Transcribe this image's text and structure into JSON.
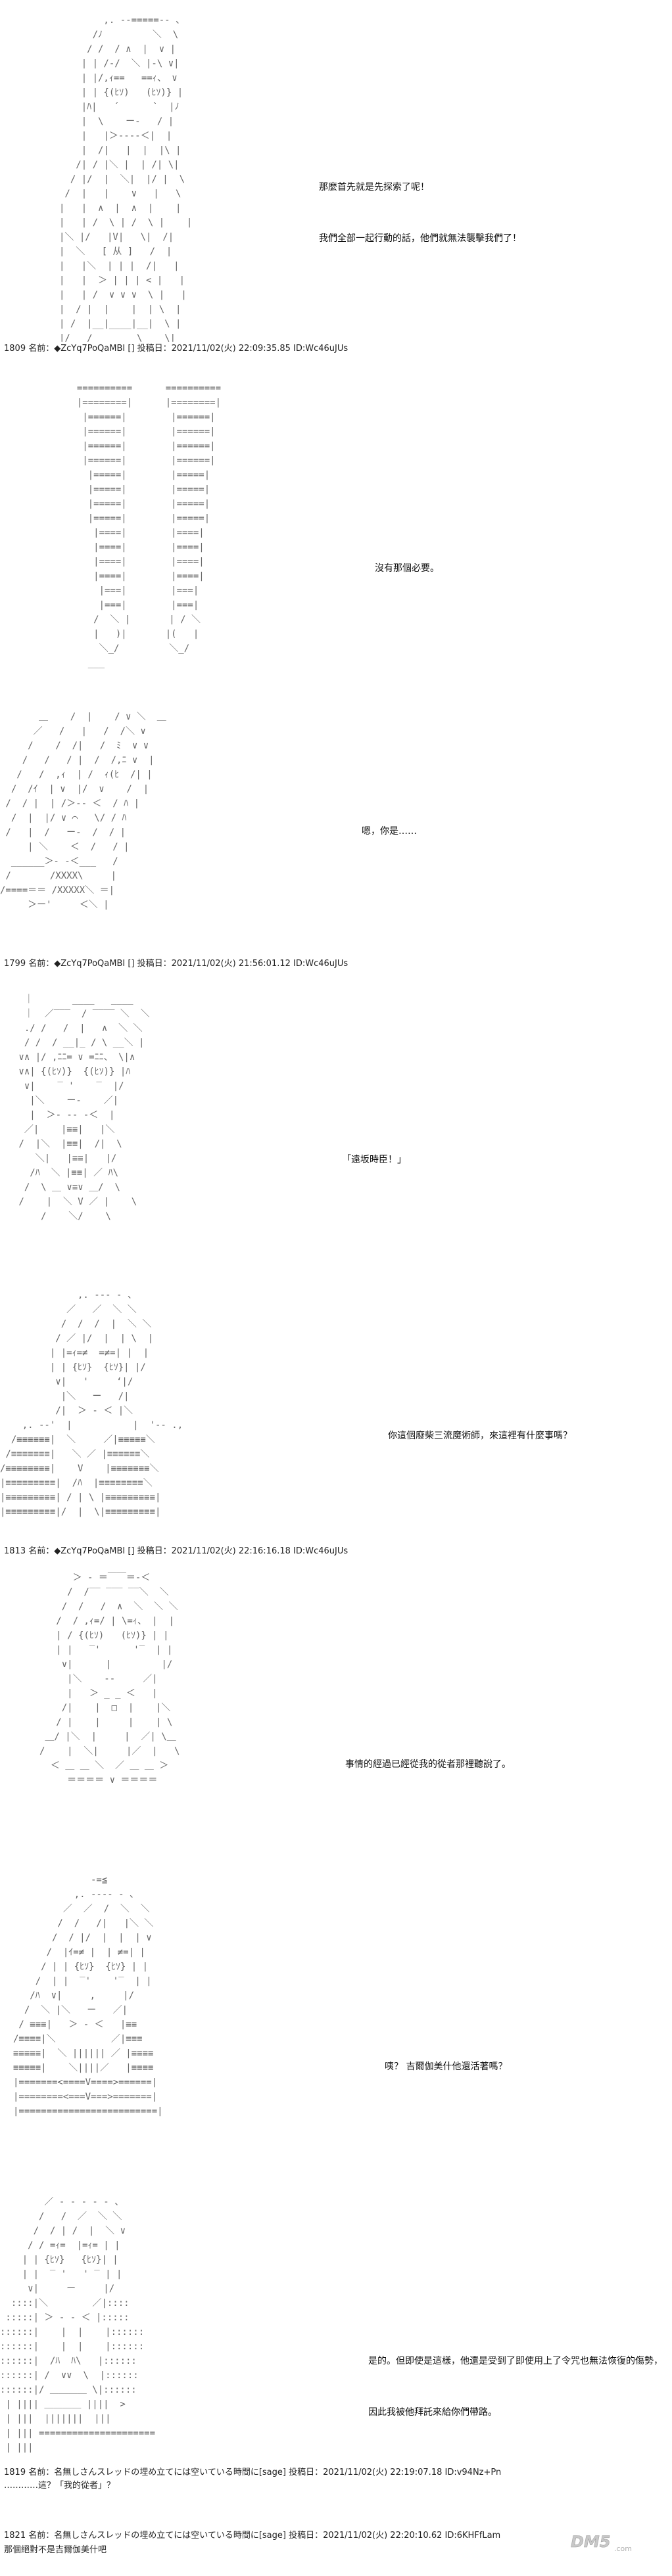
{
  "scenes": [
    {
      "dialogue": [
        "那麼首先就是先探索了呢！",
        "我們全部一起行動的話，他們就無法襲擊我們了！"
      ],
      "header": "1809 名前：◆ZcYq7PoQaMBI [] 投稿日：2021/11/02(火) 22:09:35.85 ID:Wc46uJUs"
    },
    {
      "dialogue": [
        "沒有那個必要。"
      ],
      "header": ""
    },
    {
      "dialogue": [
        "嗯，你是……"
      ],
      "header": "1799 名前：◆ZcYq7PoQaMBI [] 投稿日：2021/11/02(火) 21:56:01.12 ID:Wc46uJUs"
    },
    {
      "dialogue": [
        "「遠坂時臣！」"
      ],
      "header": ""
    },
    {
      "dialogue": [
        "你這個廢柴三流魔術師，來這裡有什麼事嗎？"
      ],
      "header": "1813 名前：◆ZcYq7PoQaMBI [] 投稿日：2021/11/02(火) 22:16:16.18 ID:Wc46uJUs"
    },
    {
      "dialogue": [
        "事情的經過已經從我的從者那裡聽說了。"
      ],
      "header": ""
    },
    {
      "dialogue": [
        "咦？ 吉爾伽美什他還活著嗎？"
      ],
      "header": ""
    },
    {
      "dialogue": [
        "是的。但即使是這樣，他還是受到了即使用上了令咒也無法恢復的傷勢，",
        "因此我被他拜託來給你們帶路。"
      ],
      "header": ""
    }
  ],
  "footer": {
    "post1": "1819 名前：名無しさんスレッドの埋め立てには空いている時間に[sage] 投稿日：2021/11/02(火) 22:19:07.18 ID:v94Nz+Pn",
    "post1_body": "…………這？「我的從者」？",
    "post2": "1821 名前：名無しさんスレッドの埋め立てには空いている時間に[sage] 投稿日：2021/11/02(火) 22:20:10.62 ID:6KHFfLam",
    "post2_body": "那個絕對不是吉爾伽美什吧",
    "watermark": "DM5.com"
  }
}
